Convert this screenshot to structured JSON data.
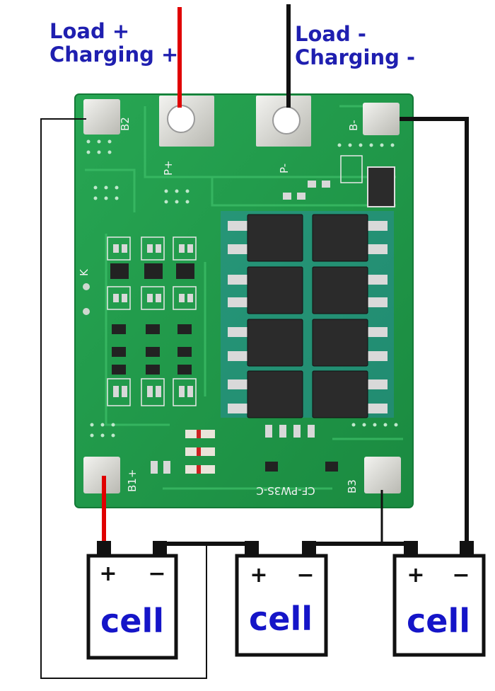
{
  "labels": {
    "positive": {
      "line1": "Load +",
      "line2": "Charging +"
    },
    "negative": {
      "line1": "Load -",
      "line2": "Charging -"
    }
  },
  "board": {
    "model": "CF-PW3S-C",
    "pads": {
      "b2": "B2",
      "b_minus": "B-",
      "b1_plus": "B1+",
      "b3": "B3",
      "p_plus": "P+",
      "p_minus": "P-"
    },
    "pin_k": "K"
  },
  "cells": [
    {
      "label": "cell",
      "pos": "+",
      "neg": "−"
    },
    {
      "label": "cell",
      "pos": "+",
      "neg": "−"
    },
    {
      "label": "cell",
      "pos": "+",
      "neg": "−"
    }
  ],
  "colors": {
    "label_text": "#1f1fb0",
    "cell_text": "#1515c8",
    "pcb_green": "#1f9a4a",
    "wire_red": "#e00000",
    "wire_black": "#111111"
  }
}
